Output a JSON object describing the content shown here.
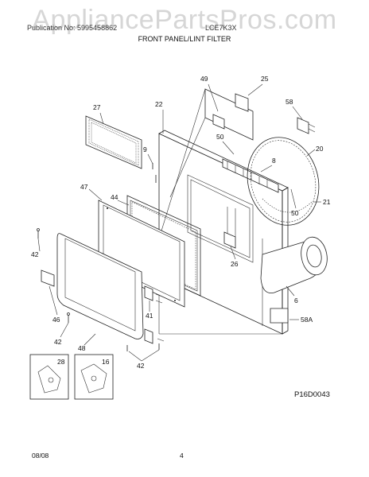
{
  "watermark": "AppliancePartsPros.com",
  "header": {
    "left": "Publication No: 5995458862",
    "right": "LCE7K3X",
    "section_title": "FRONT PANEL/LINT FILTER"
  },
  "callouts": [
    {
      "id": "c49",
      "text": "49"
    },
    {
      "id": "c25",
      "text": "25"
    },
    {
      "id": "c27",
      "text": "27"
    },
    {
      "id": "c22",
      "text": "22"
    },
    {
      "id": "c58",
      "text": "58"
    },
    {
      "id": "c9",
      "text": "9"
    },
    {
      "id": "c50a",
      "text": "50"
    },
    {
      "id": "c20",
      "text": "20"
    },
    {
      "id": "c8",
      "text": "8"
    },
    {
      "id": "c47",
      "text": "47"
    },
    {
      "id": "c44",
      "text": "44"
    },
    {
      "id": "c50b",
      "text": "50"
    },
    {
      "id": "c21",
      "text": "21"
    },
    {
      "id": "c42a",
      "text": "42"
    },
    {
      "id": "c26",
      "text": "26"
    },
    {
      "id": "c41",
      "text": "41"
    },
    {
      "id": "c6",
      "text": "6"
    },
    {
      "id": "c46",
      "text": "46"
    },
    {
      "id": "c58a",
      "text": "58A"
    },
    {
      "id": "c42b",
      "text": "42"
    },
    {
      "id": "c48",
      "text": "48"
    },
    {
      "id": "c42c",
      "text": "42"
    },
    {
      "id": "c28",
      "text": "28"
    },
    {
      "id": "c16",
      "text": "16"
    }
  ],
  "footer": {
    "drawing_id": "P16D0043",
    "date": "08/08",
    "page": "4"
  }
}
